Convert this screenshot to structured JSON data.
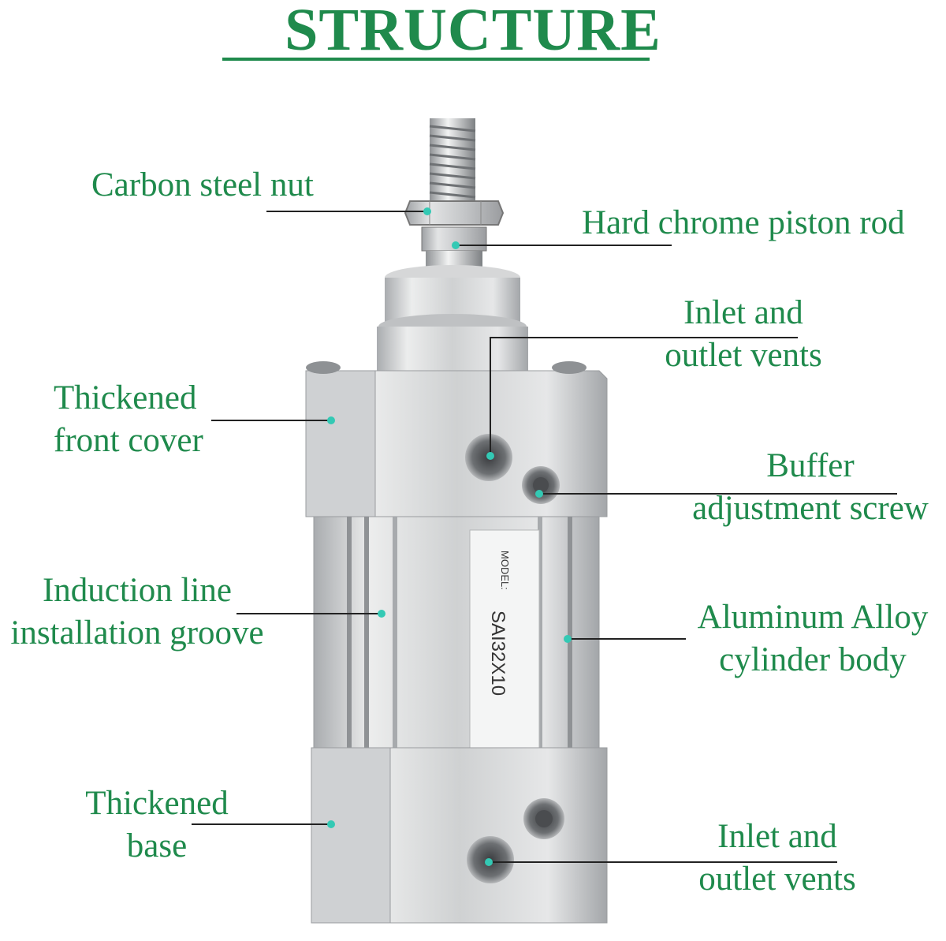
{
  "title": "STRUCTURE",
  "colors": {
    "accent": "#1f8a4c",
    "leader": "#222222",
    "dot": "#33c9b4",
    "metal": "#c7c9cb"
  },
  "product_model_label": "MODEL:",
  "product_model_value": "SAI32X10",
  "labels": {
    "carbon_steel_nut": "Carbon steel nut",
    "hard_chrome_piston_rod": "Hard chrome piston rod",
    "inlet_outlet_top": [
      "Inlet and",
      "outlet vents"
    ],
    "thickened_front_cover": [
      "Thickened",
      "front cover"
    ],
    "buffer_adjustment_screw": [
      "Buffer",
      "adjustment screw"
    ],
    "induction_line_groove": [
      "Induction line",
      "installation groove"
    ],
    "aluminum_alloy_body": [
      "Aluminum Alloy",
      "cylinder body"
    ],
    "thickened_base": [
      "Thickened",
      "base"
    ],
    "inlet_outlet_bottom": [
      "Inlet and",
      "outlet vents"
    ]
  }
}
